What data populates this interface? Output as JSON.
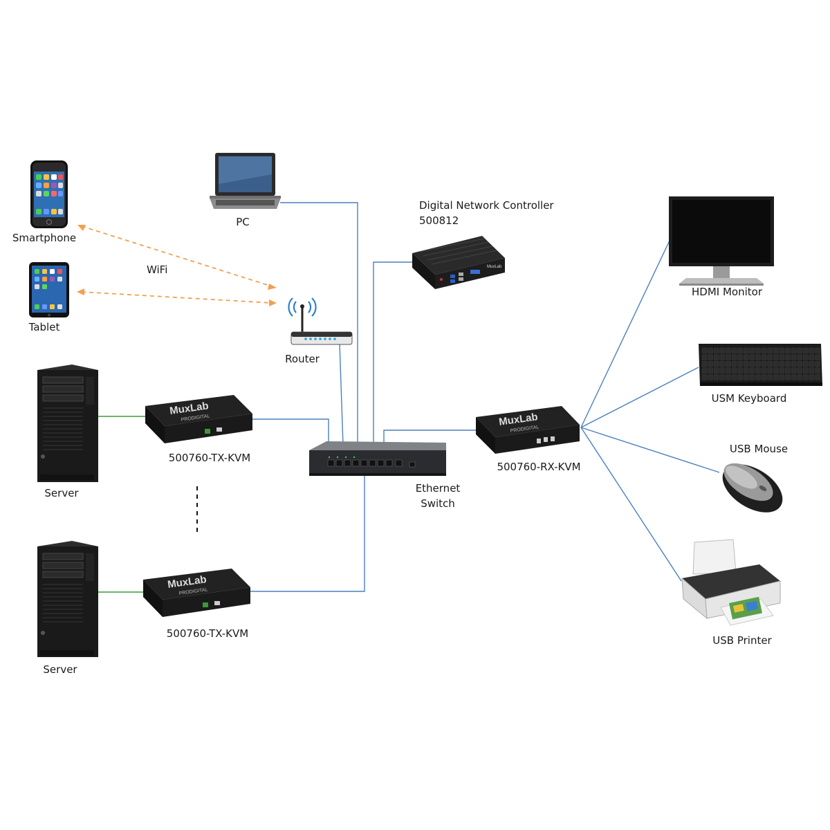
{
  "labels": {
    "smartphone": "Smartphone",
    "tablet": "Tablet",
    "wifi": "WiFi",
    "pc": "PC",
    "router": "Router",
    "controller_name": "Digital Network Controller",
    "controller_model": "500812",
    "server_top": "Server",
    "server_bottom": "Server",
    "tx_top": "500760-TX-KVM",
    "tx_bottom": "500760-TX-KVM",
    "switch_line1": "Ethernet",
    "switch_line2": "Switch",
    "rx": "500760-RX-KVM",
    "monitor": "HDMI Monitor",
    "keyboard": "USM Keyboard",
    "mouse": "USB Mouse",
    "printer": "USB Printer"
  },
  "device_branding": {
    "brand": "MuxLab",
    "line": "PRODIGITAL"
  },
  "colors": {
    "ethernet_link": "#4a7fbf",
    "hdmi_link": "#3a9a3a",
    "wifi_link": "#f0a050",
    "device_dark": "#1c1c1c"
  }
}
